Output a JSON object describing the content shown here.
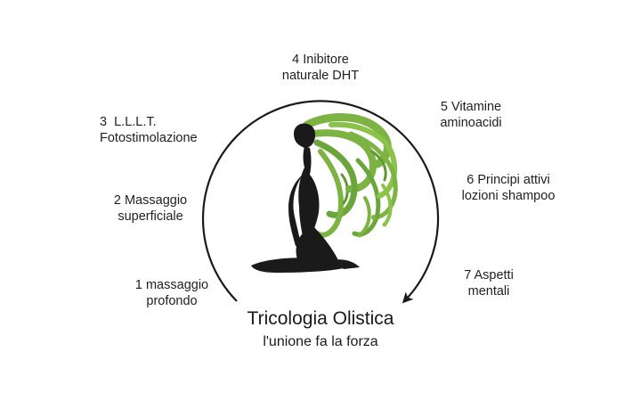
{
  "diagram": {
    "steps": [
      {
        "line1": "1 massaggio",
        "line2": "profondo"
      },
      {
        "line1": "2 Massaggio",
        "line2": "superficiale"
      },
      {
        "line1": "3  L.L.L.T.",
        "line2": "Fotostimolazione"
      },
      {
        "line1": "4 Inibitore",
        "line2": "naturale DHT"
      },
      {
        "line1": "5 Vitamine",
        "line2": "aminoacidi"
      },
      {
        "line1": "6 Principi attivi",
        "line2": "lozioni shampoo"
      },
      {
        "line1": "7 Aspetti",
        "line2": "mentali"
      }
    ],
    "title": "Tricologia Olistica",
    "subtitle": "l'unione fa la forza"
  },
  "colors": {
    "arc": "#1a1a1a",
    "silhouette": "#1a1a1a",
    "hair": "#7cb342",
    "hair_dark": "#5d9a2e"
  }
}
